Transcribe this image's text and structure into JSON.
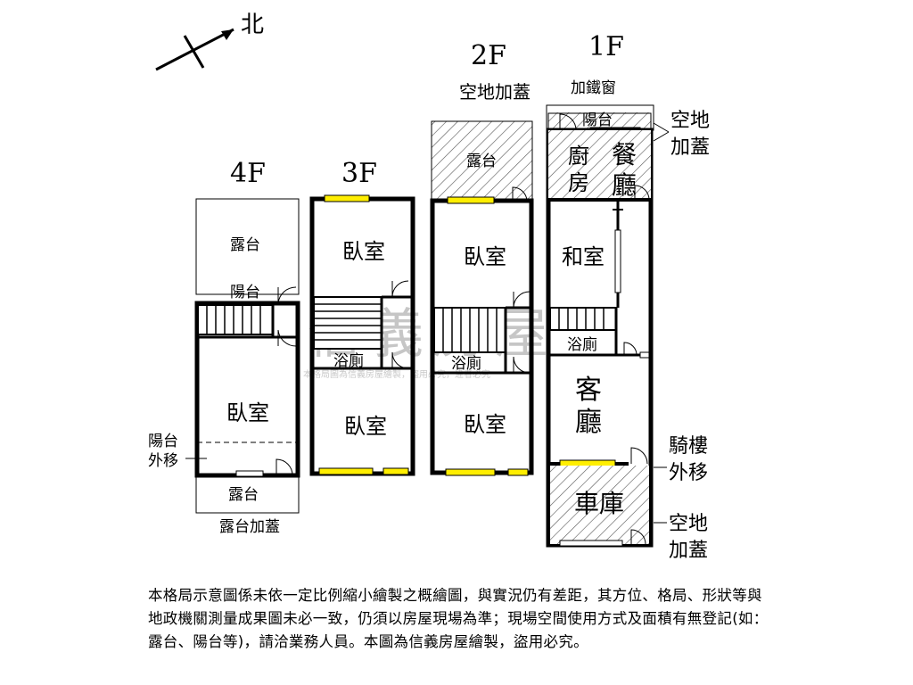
{
  "north": {
    "label": "北"
  },
  "floors": {
    "f4": {
      "label": "4F",
      "terrace_top": "露台",
      "balcony": "陽台",
      "bedroom": "臥室",
      "balcony_moved": "陽台\n外移",
      "terrace_bottom": "露台",
      "terrace_extension": "露台加蓋"
    },
    "f3": {
      "label": "3F",
      "bedroom_top": "臥室",
      "bathroom": "浴廁",
      "bedroom_bottom": "臥室"
    },
    "f2": {
      "label": "2F",
      "vacant_extension": "空地加蓋",
      "terrace": "露台",
      "bedroom_top": "臥室",
      "bathroom": "浴廁",
      "bedroom_bottom": "臥室"
    },
    "f1": {
      "label": "1F",
      "iron_window": "加鐵窗",
      "balcony": "陽台",
      "vacant_extension_top": "空地\n加蓋",
      "kitchen": "廚\n房",
      "dining": "餐\n廳",
      "japanese_room": "和室",
      "bathroom": "浴廁",
      "living_room": "客\n廳",
      "arcade_moved": "騎樓\n外移",
      "garage": "車庫",
      "vacant_extension_bottom": "空地\n加蓋"
    }
  },
  "watermark": {
    "brand": "信義房屋",
    "text": "本格局圖為信義房屋繪製，盜用必究，違者必究"
  },
  "disclaimer": "本格局示意圖係未依一定比例縮小繪製之概繪圖，與實況仍有差距，其方位、格局、形狀等與地政機關測量成果圖未必一致，仍須以房屋現場為準；現場空間使用方式及面積有無登記(如：露台、陽台等)，請洽業務人員。本圖為信義房屋繪製，盜用必究。",
  "colors": {
    "window": "#ffee00",
    "wall": "#000000"
  }
}
